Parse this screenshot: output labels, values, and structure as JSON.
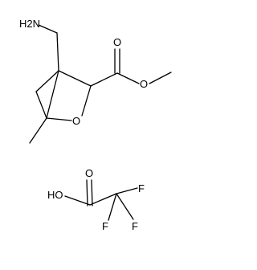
{
  "labels": {
    "amine": "H2N",
    "ester_carbonyl_o": "O",
    "ester_ether_o": "O",
    "ring_o": "O",
    "acid_carbonyl_o": "O",
    "acid_hydroxyl": "HO",
    "fluorine_1": "F",
    "fluorine_2": "F",
    "fluorine_3": "F"
  }
}
